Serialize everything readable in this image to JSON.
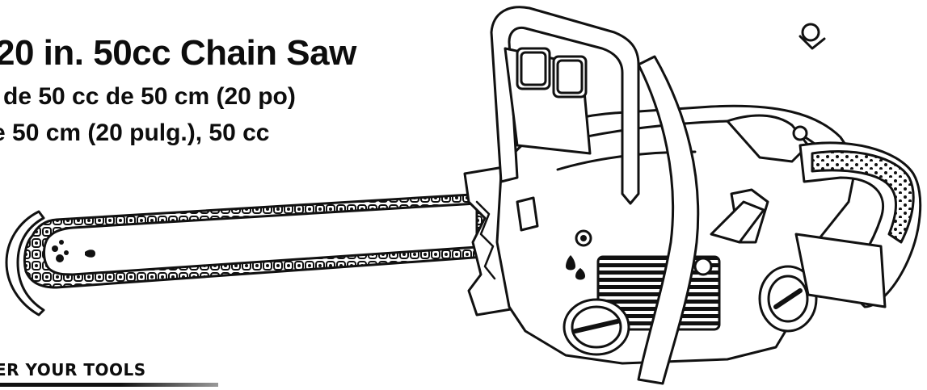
{
  "product": {
    "title_en": "20 in. 50cc Chain Saw",
    "title_fr": "de 50 cc de 50 cm (20 po)",
    "title_es": "e 50 cm (20 pulg.), 50 cc"
  },
  "footer": {
    "tagline": "ER YOUR TOOLS"
  },
  "illustration": {
    "icon": "chainsaw-line-drawing",
    "stroke_color": "#111111",
    "fill_color": "#ffffff"
  }
}
